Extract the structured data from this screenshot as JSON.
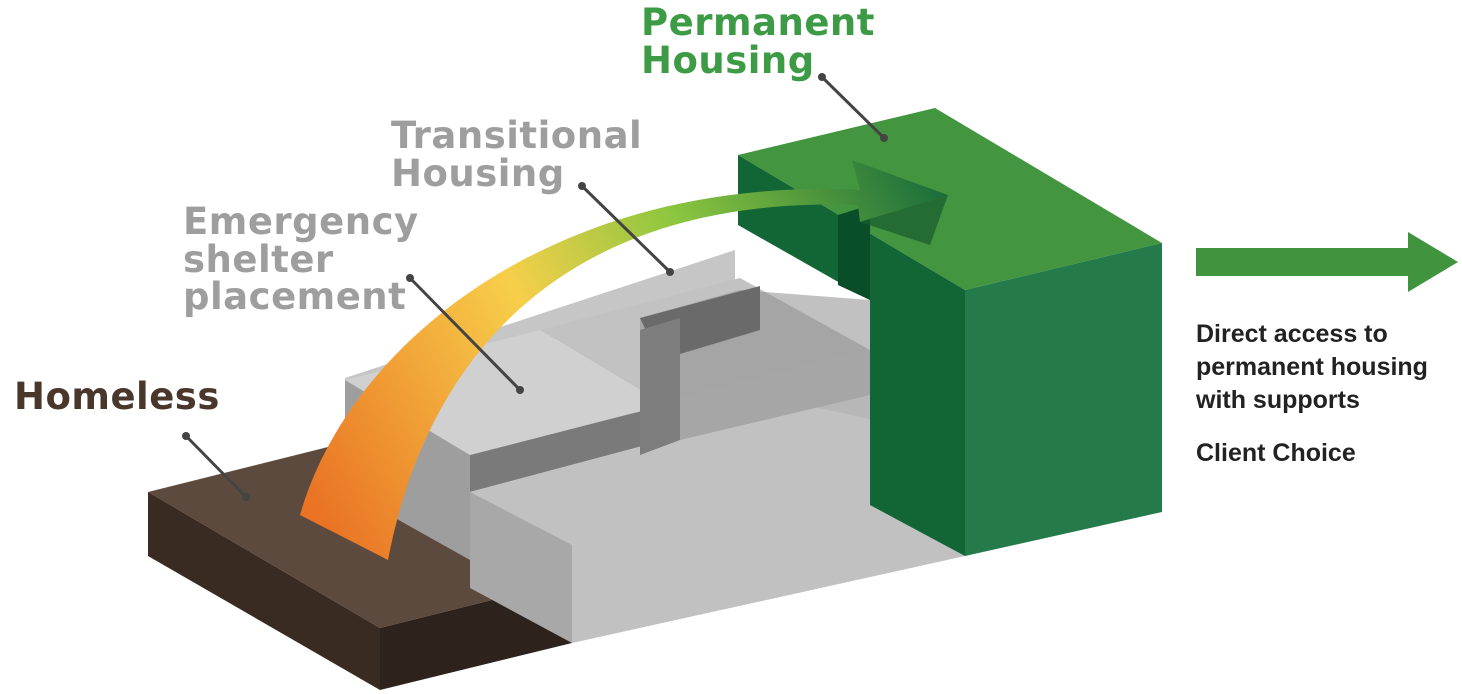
{
  "stages": [
    {
      "id": "homeless",
      "lines": [
        "Homeless"
      ],
      "color": "#4a372c"
    },
    {
      "id": "emergency",
      "lines": [
        "Emergency",
        "shelter",
        "placement"
      ],
      "color": "#9e9e9e"
    },
    {
      "id": "transitional",
      "lines": [
        "Transitional",
        "Housing"
      ],
      "color": "#9e9e9e"
    },
    {
      "id": "permanent",
      "lines": [
        "Permanent",
        "Housing"
      ],
      "color": "#3d9b45"
    }
  ],
  "side_note": {
    "lines": [
      "Direct access to",
      "permanent housing",
      "with supports"
    ],
    "tagline": "Client Choice"
  },
  "colors": {
    "brown_top": "#5d4a3e",
    "brown_front": "#3f2f26",
    "brown_side": "#2e221c",
    "gray_top": "#d6d6d6",
    "gray_front": "#bcbcbc",
    "gray_side": "#9a9a9a",
    "green_top": "#43963f",
    "green_front": "#247a4a",
    "green_side": "#0f6535",
    "arrow_start": "#ea7424",
    "arrow_mid": "#f7cf4a",
    "arrow_end": "#1c6f3b",
    "right_arrow": "#41943e"
  }
}
